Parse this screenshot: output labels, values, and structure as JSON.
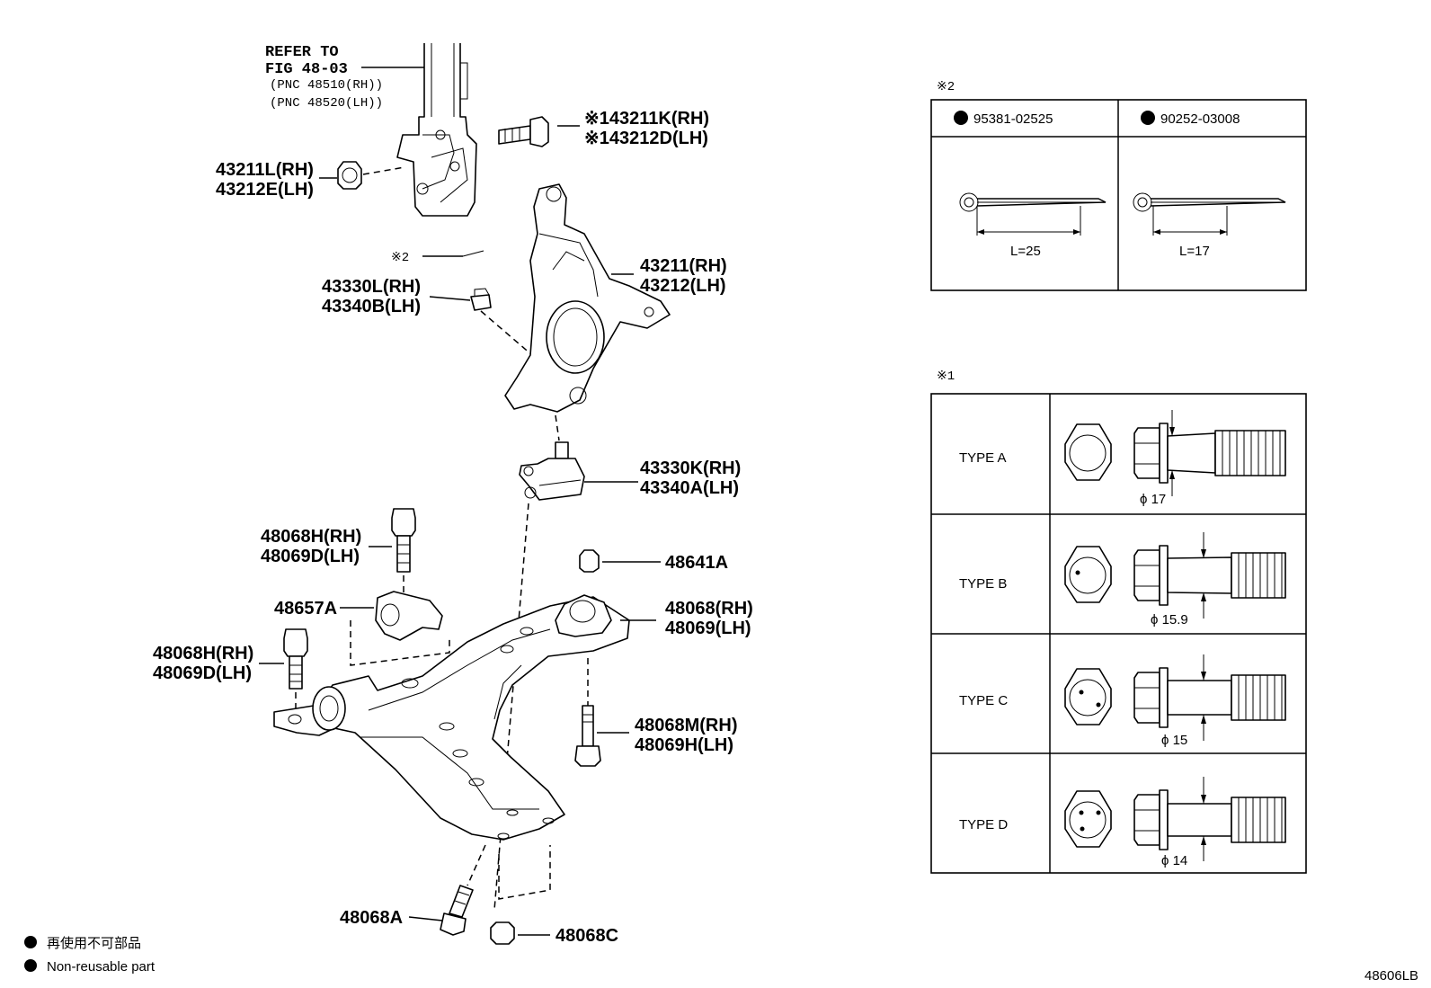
{
  "refer": {
    "line1": "REFER TO",
    "line2": "FIG 48-03",
    "line3": "(PNC 48510(RH))",
    "line4": "(PNC 48520(LH))"
  },
  "callouts": {
    "bolt_rh": "※143211K(RH)",
    "bolt_lh": "※143212D(LH)",
    "nut_rh": "43211L(RH)",
    "nut_lh": "43212E(LH)",
    "pin_ref": "※2",
    "knuckle_rh": "43211(RH)",
    "knuckle_lh": "43212(LH)",
    "castle_rh": "43330L(RH)",
    "castle_lh": "43340B(LH)",
    "balljoint_rh": "43330K(RH)",
    "balljoint_lh": "43340A(LH)",
    "bolt2_rh": "48068H(RH)",
    "bolt2_lh": "48069D(LH)",
    "nut_48641": "48641A",
    "bracket": "48657A",
    "arm_rh": "48068(RH)",
    "arm_lh": "48069(LH)",
    "bolt3_rh": "48068H(RH)",
    "bolt3_lh": "48069D(LH)",
    "bolt4_rh": "48068M(RH)",
    "bolt4_lh": "48069H(LH)",
    "bolt_48068a": "48068A",
    "nut_48068c": "48068C"
  },
  "legend": {
    "jp": "再使用不可部品",
    "en": "Non-reusable part"
  },
  "figure_code": "48606LB",
  "cotter_table": {
    "mark": "※2",
    "items": [
      {
        "part": "95381-02525",
        "length": "L=25"
      },
      {
        "part": "90252-03008",
        "length": "L=17"
      }
    ]
  },
  "bolt_types": {
    "mark": "※1",
    "rows": [
      {
        "type": "TYPE A",
        "dia": "ϕ 17"
      },
      {
        "type": "TYPE B",
        "dia": "ϕ 15.9"
      },
      {
        "type": "TYPE C",
        "dia": "ϕ 15"
      },
      {
        "type": "TYPE D",
        "dia": "ϕ 14"
      }
    ]
  }
}
